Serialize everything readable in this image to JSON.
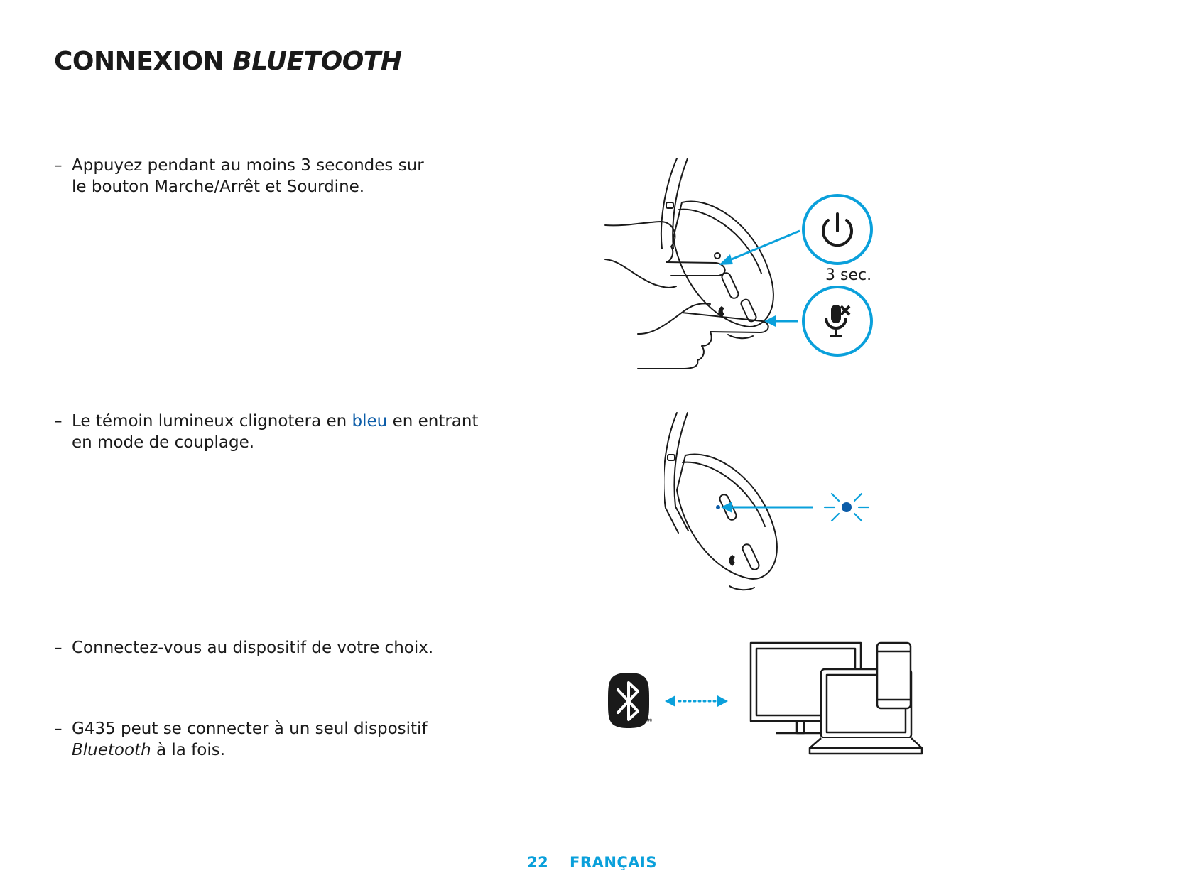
{
  "header": {
    "title_plain": "CONNEXION",
    "title_italic": "BLUETOOTH"
  },
  "steps": [
    {
      "dash": "–",
      "text": "Appuyez pendant au moins 3 secondes sur le bouton Marche/Arrêt et Sourdine."
    },
    {
      "dash": "–",
      "text_before": "Le témoin lumineux clignotera en",
      "text_highlight": "bleu",
      "text_after": "en entrant en mode de couplage."
    },
    {
      "dash": "–",
      "text": "Connectez-vous au dispositif de votre choix."
    },
    {
      "dash": "–",
      "text_before": "G435 peut se connecter à un seul dispositif",
      "text_italic": "Bluetooth",
      "text_after": "à la fois."
    }
  ],
  "illustrations": {
    "press_duration": "3 sec.",
    "icons": [
      "power-icon",
      "mute-mic-icon",
      "led-blink-icon",
      "bluetooth-logo-icon",
      "monitor-icon",
      "laptop-icon",
      "phone-icon"
    ],
    "registered_mark": "®"
  },
  "colors": {
    "accent_cyan": "#0aa0db",
    "accent_blue": "#0b5ca8",
    "ink": "#1a1a1a"
  },
  "footer": {
    "page_number": "22",
    "language": "FRANÇAIS"
  }
}
